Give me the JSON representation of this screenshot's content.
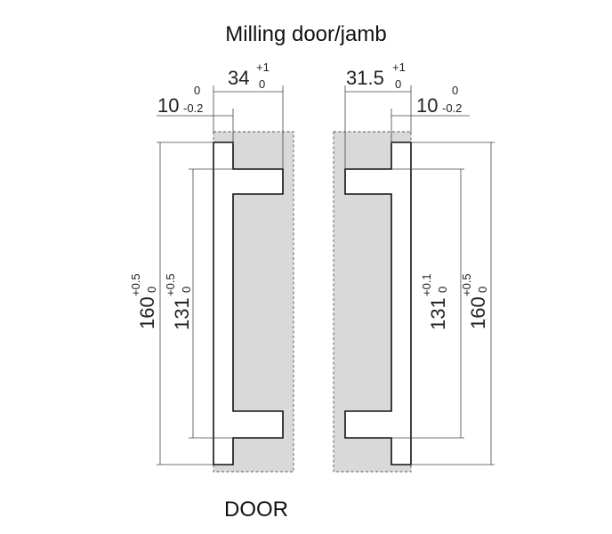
{
  "title": "Milling door/jamb",
  "caption": "DOOR",
  "colors": {
    "milled_area": "#d9d9d9",
    "line": "#111111"
  },
  "door": {
    "width": {
      "value": "34",
      "tol_upper": "+1",
      "tol_lower": "0"
    },
    "offset": {
      "value": "10",
      "tol_upper": "0",
      "tol_lower": "-0.2"
    },
    "outer_height": {
      "value": "160",
      "tol_upper": "+0.5",
      "tol_lower": "0"
    },
    "inner_height": {
      "value": "131",
      "tol_upper": "+0.5",
      "tol_lower": "0"
    }
  },
  "jamb": {
    "width": {
      "value": "31.5",
      "tol_upper": "+1",
      "tol_lower": "0"
    },
    "offset": {
      "value": "10",
      "tol_upper": "0",
      "tol_lower": "-0.2"
    },
    "inner_height": {
      "value": "131",
      "tol_upper": "+0.1",
      "tol_lower": "0"
    },
    "outer_height": {
      "value": "160",
      "tol_upper": "+0.5",
      "tol_lower": "0"
    }
  }
}
